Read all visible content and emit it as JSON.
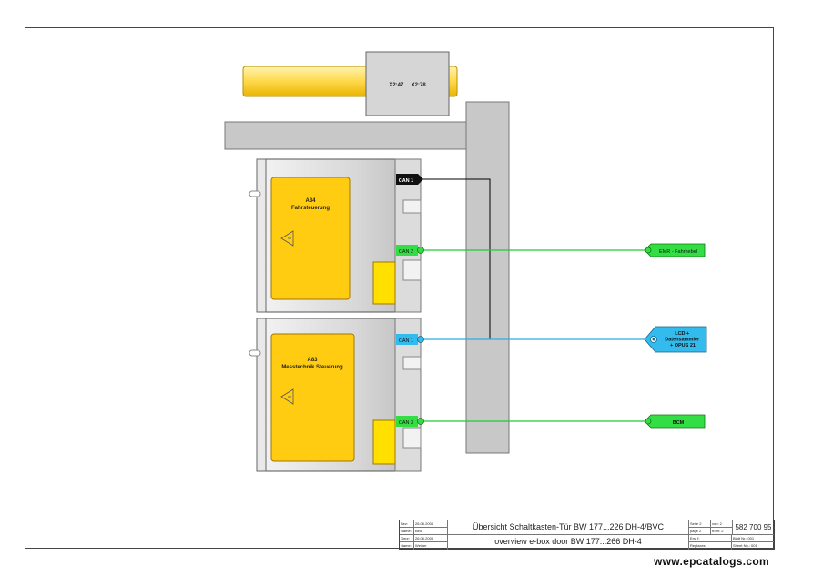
{
  "connector": {
    "label": "X2:47 ... X2:78"
  },
  "modules": [
    {
      "id": "A34",
      "name": "Fahrsteuerung"
    },
    {
      "id": "A83",
      "name": "Messtechnik Steuerung"
    }
  ],
  "ports": [
    "CAN 1",
    "CAN 2",
    "CAN 1",
    "CAN 3"
  ],
  "targets": [
    {
      "label": "EMR - Fahrhebel",
      "color": "#33dd44"
    },
    {
      "label": "LCD +\nDatensammler\n+ OPUS 21",
      "color": "#33bbee"
    },
    {
      "label": "BCM",
      "color": "#33dd44"
    }
  ],
  "colors": {
    "can_green": "#22cc33",
    "can_blue": "#33aadd",
    "module_yellow": "#ffcc11",
    "rail_gray": "#c8c8c8"
  },
  "title_block": {
    "title_de": "Übersicht  Schaltkasten-Tür BW 177...226 DH-4/BVC",
    "title_en": "overview e-box door BW 177...266 DH-4",
    "doc_number": "582 700 95",
    "left": [
      [
        "Bez:",
        "26.06.2004"
      ],
      [
        "Name:",
        "Belo"
      ],
      [
        "Gepr:",
        "26.06.2004"
      ],
      [
        "Name:",
        "Weiner"
      ]
    ],
    "right": [
      [
        "Seite 2",
        "von: 2"
      ],
      [
        "page 2",
        "from: 2"
      ],
      [
        "Ers. f:",
        "Blatt Nr.: 001"
      ],
      [
        "Replaces",
        "Sheet No.: 001"
      ]
    ]
  },
  "watermark": "www.epcatalogs.com"
}
